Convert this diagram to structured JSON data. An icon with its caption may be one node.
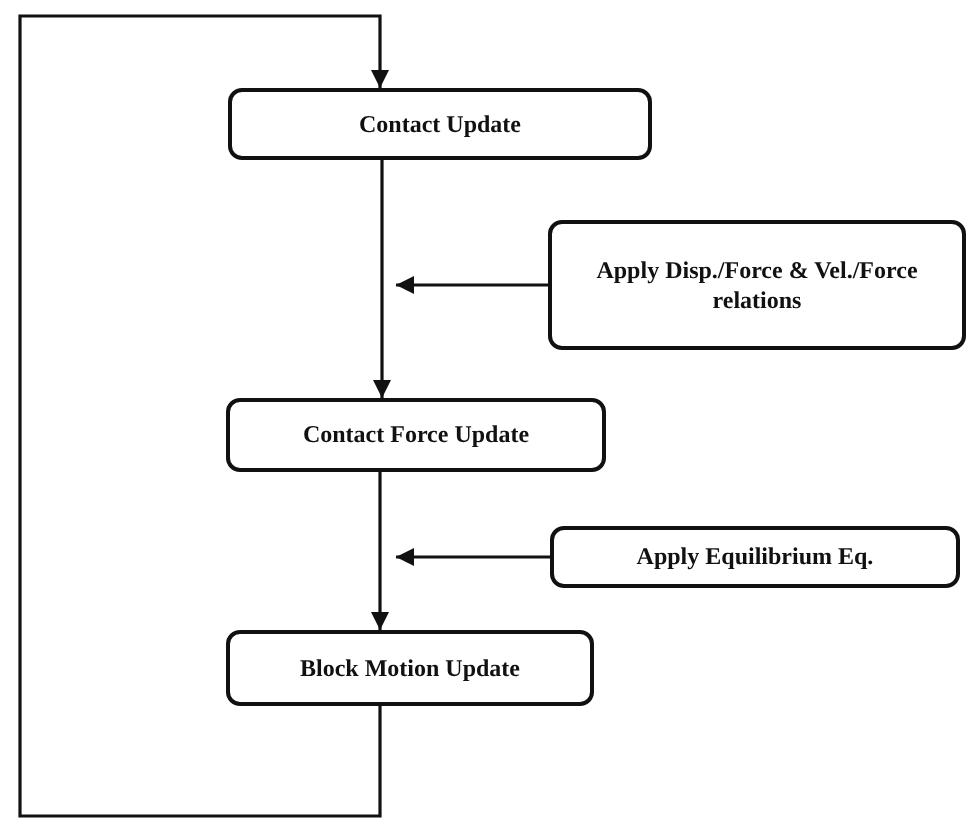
{
  "diagram": {
    "nodes": [
      {
        "text": [
          "Contact Update"
        ]
      },
      {
        "text": [
          "Apply Disp./Force & Vel./Force relations"
        ]
      },
      {
        "text": [
          "Contact Force Update"
        ]
      },
      {
        "text": [
          "Apply Equilibrium Eq."
        ]
      },
      {
        "text": [
          "Block Motion Update"
        ]
      }
    ],
    "edges": [
      {
        "from": 0,
        "to": 2,
        "arrow": "to"
      },
      {
        "from": 2,
        "to": 4,
        "arrow": "to"
      },
      {
        "from": 4,
        "to": 0,
        "arrow": "to"
      },
      {
        "from": 1,
        "to": null,
        "arrow": "to"
      },
      {
        "from": 3,
        "to": null,
        "arrow": "to"
      }
    ]
  }
}
